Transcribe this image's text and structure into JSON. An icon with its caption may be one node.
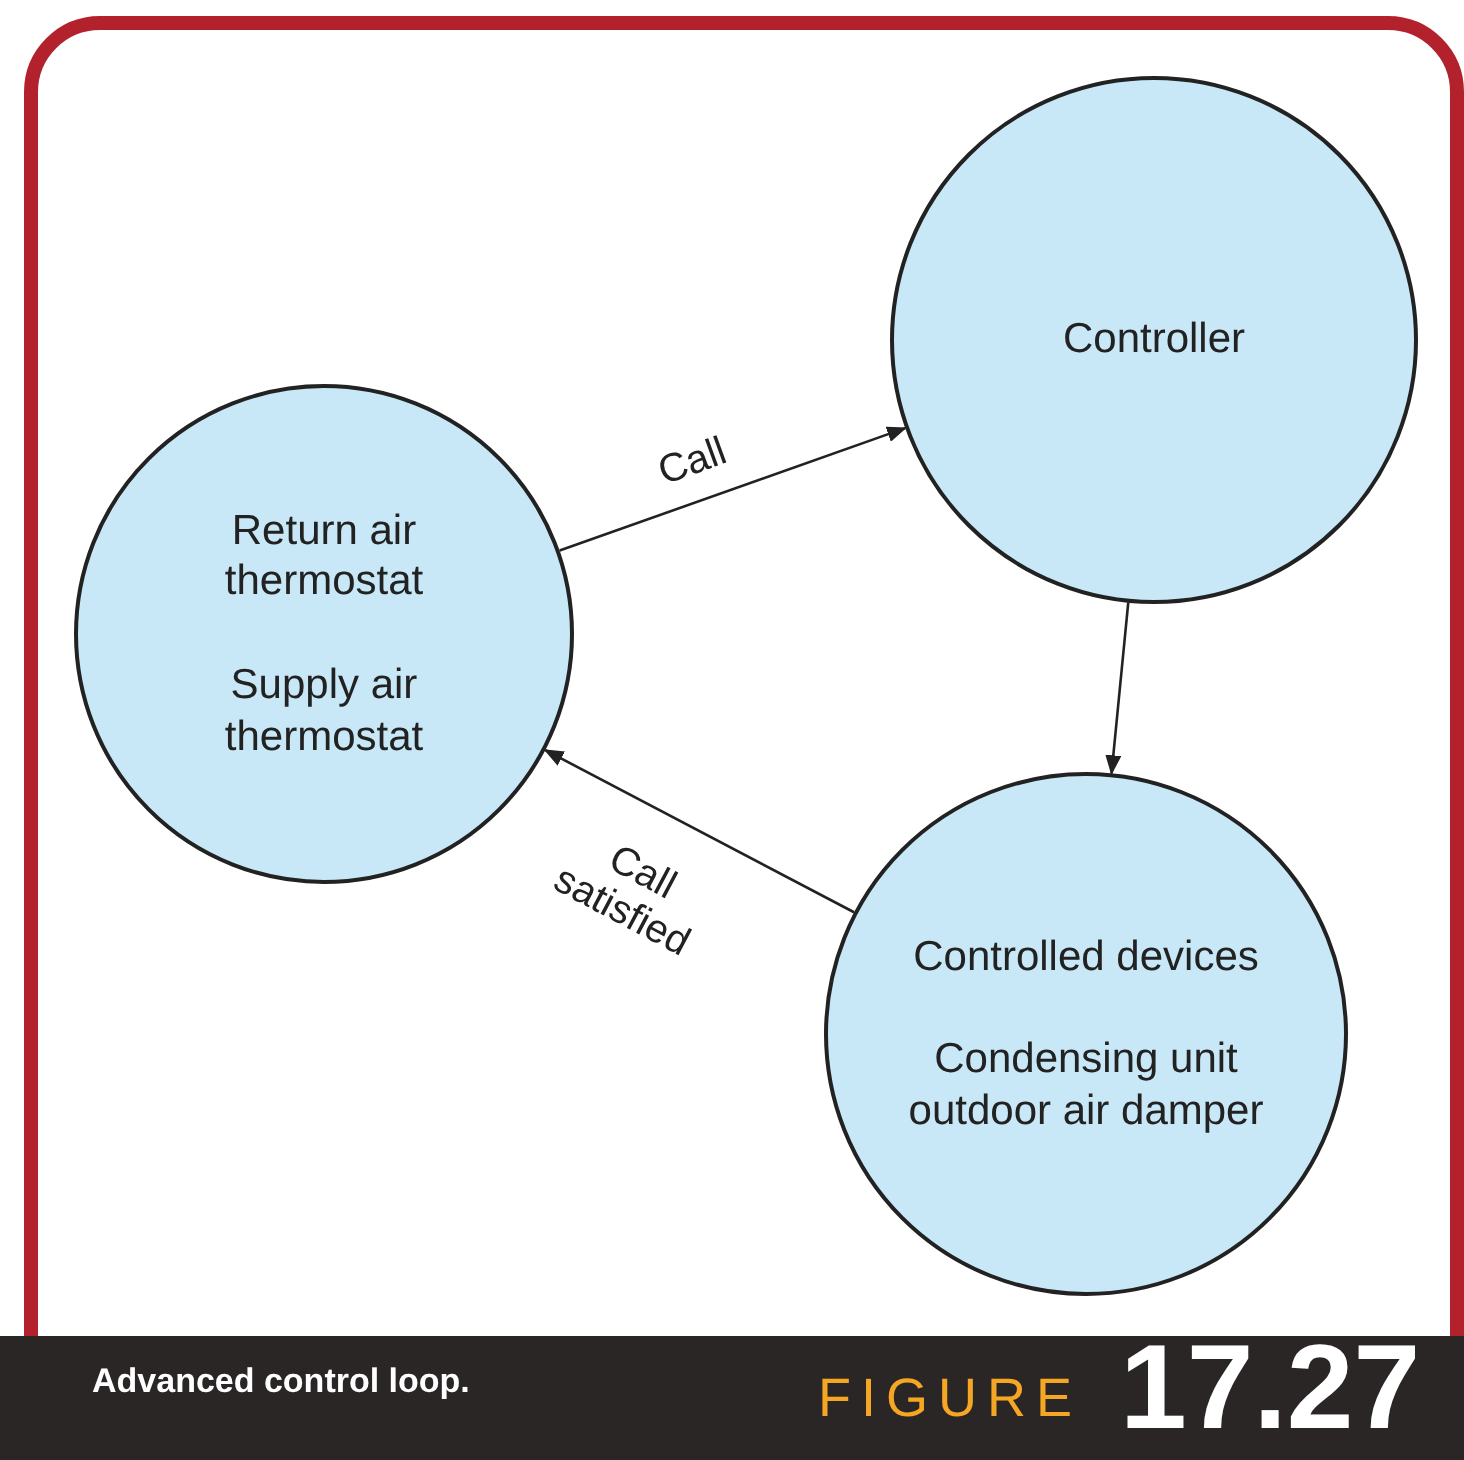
{
  "diagram": {
    "caption": "Advanced control loop.",
    "nodes": [
      {
        "text": [
          "Return air thermostat",
          "Supply air thermostat"
        ]
      },
      {
        "text": [
          "Controller"
        ]
      },
      {
        "text": [
          "Controlled devices",
          "Condensing unit outdoor air damper"
        ]
      }
    ],
    "edges": [
      {
        "from": 0,
        "to": 1,
        "arrow": "to",
        "label": "Call"
      },
      {
        "from": 1,
        "to": 2,
        "arrow": "to"
      },
      {
        "from": 2,
        "to": 0,
        "arrow": "to",
        "label": "Call satisfied"
      }
    ],
    "labels": [
      "FIGURE",
      "17.27"
    ]
  }
}
